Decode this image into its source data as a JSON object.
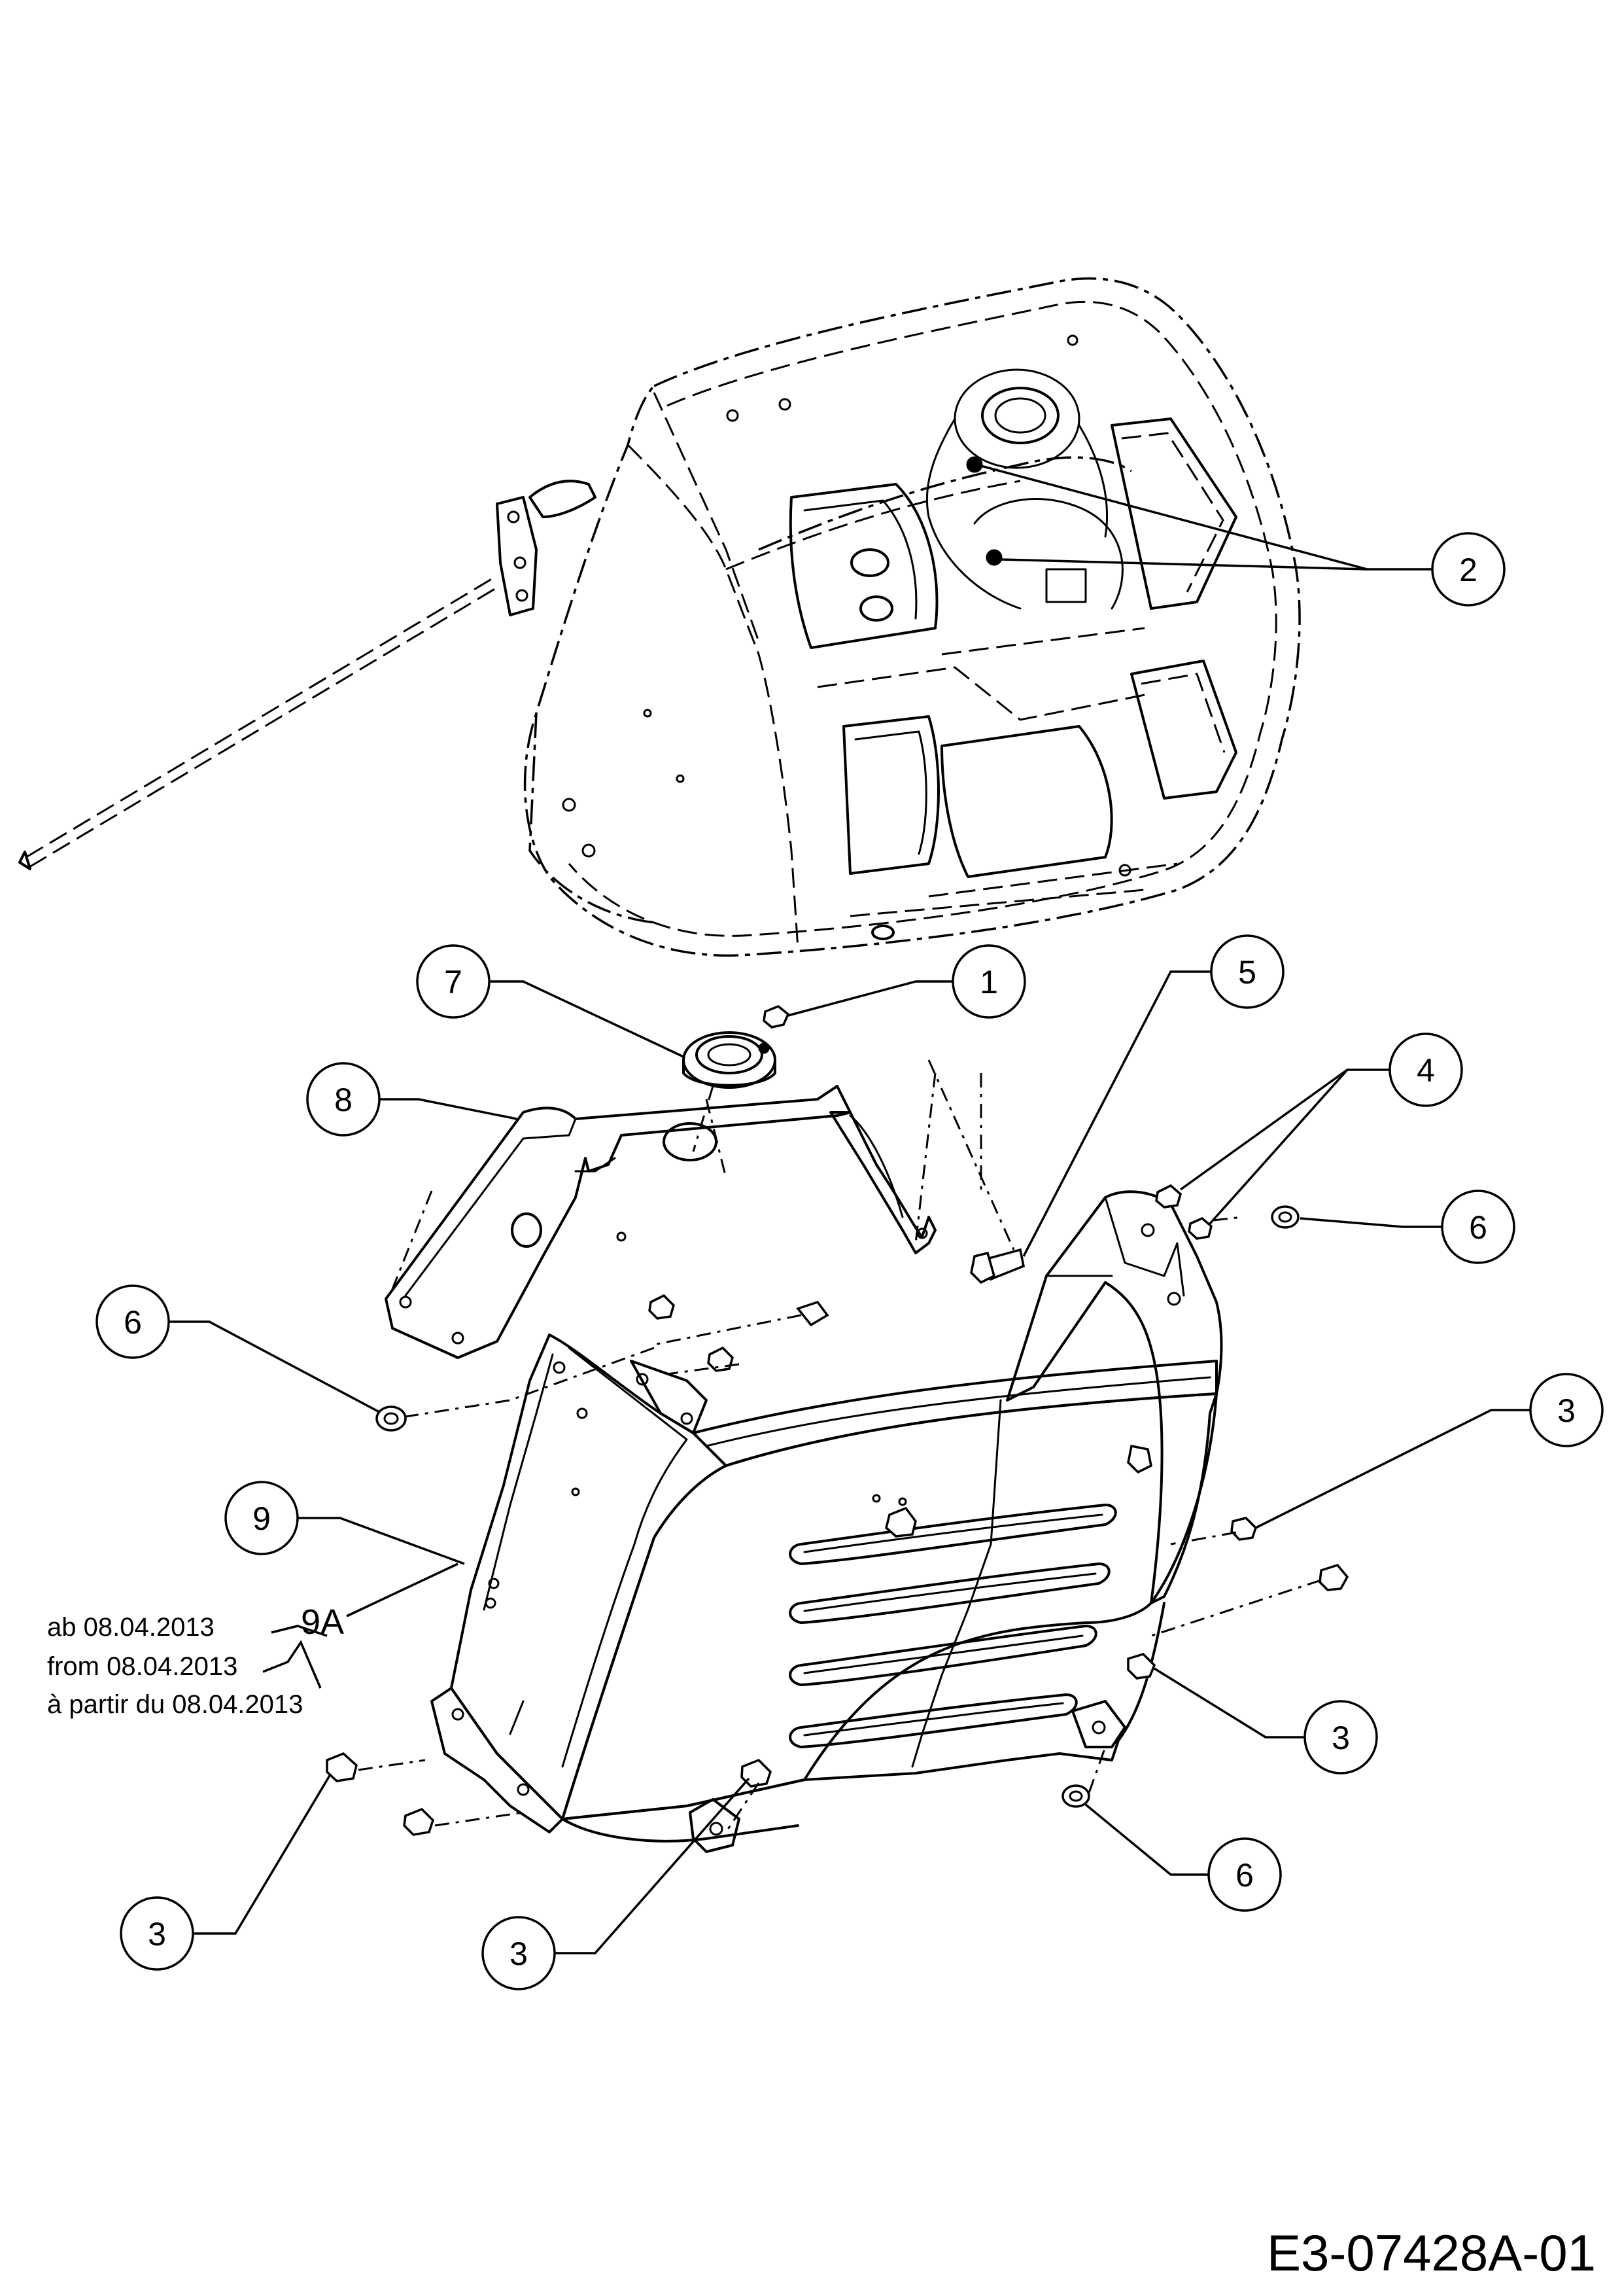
{
  "callouts": {
    "c1": "1",
    "c2": "2",
    "c3a": "3",
    "c3b": "3",
    "c3c": "3",
    "c3d": "3",
    "c4": "4",
    "c5": "5",
    "c6a": "6",
    "c6b": "6",
    "c6c": "6",
    "c7": "7",
    "c8": "8",
    "c9": "9"
  },
  "variant": {
    "label": "9A",
    "note_de": "ab 08.04.2013",
    "note_en": "from 08.04.2013",
    "note_fr": "à partir du 08.04.2013"
  },
  "drawing_code": "E3-07428A-01"
}
